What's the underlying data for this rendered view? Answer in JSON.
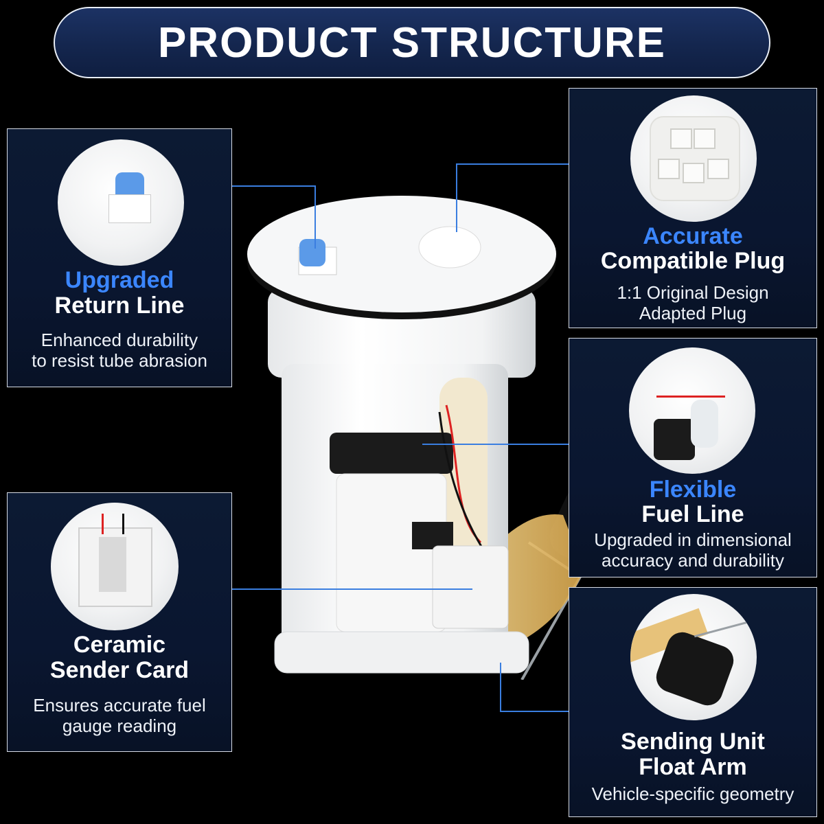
{
  "banner": {
    "title": "PRODUCT STRUCTURE"
  },
  "cards": {
    "return_line": {
      "accent": "Upgraded",
      "title": "Return Line",
      "desc": [
        "Enhanced durability",
        "to resist tube abrasion"
      ]
    },
    "plug": {
      "accent": "Accurate",
      "title": "Compatible Plug",
      "desc": [
        "1:1 Original Design",
        "Adapted Plug"
      ]
    },
    "fuel_line": {
      "accent": "Flexible",
      "title": "Fuel Line",
      "desc": [
        "Upgraded in dimensional",
        "accuracy and durability"
      ]
    },
    "sender_card": {
      "title": [
        "Ceramic",
        "Sender Card"
      ],
      "desc": [
        "Ensures accurate fuel",
        "gauge reading"
      ]
    },
    "float_arm": {
      "title": [
        "Sending Unit",
        "Float Arm"
      ],
      "desc": [
        "Vehicle-specific geometry"
      ]
    }
  },
  "colors": {
    "accent": "#3b86ff",
    "card_bg": "#0a1630",
    "banner_bg": "#1a2f5e",
    "connector": "#3a7ee0"
  }
}
